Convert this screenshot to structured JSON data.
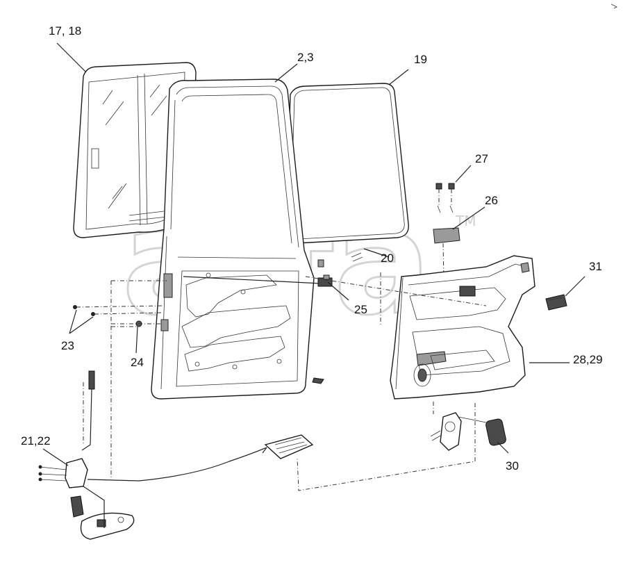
{
  "watermark": {
    "text": "alfa",
    "tm": "TM"
  },
  "callouts": {
    "c17_18": "17, 18",
    "c2_3": "2,3",
    "c19": "19",
    "c27": "27",
    "c26": "26",
    "c20": "20",
    "c31": "31",
    "c25": "25",
    "c23": "23",
    "c24": "24",
    "c28_29": "28,29",
    "c21_22": "21,22",
    "c30": "30"
  }
}
